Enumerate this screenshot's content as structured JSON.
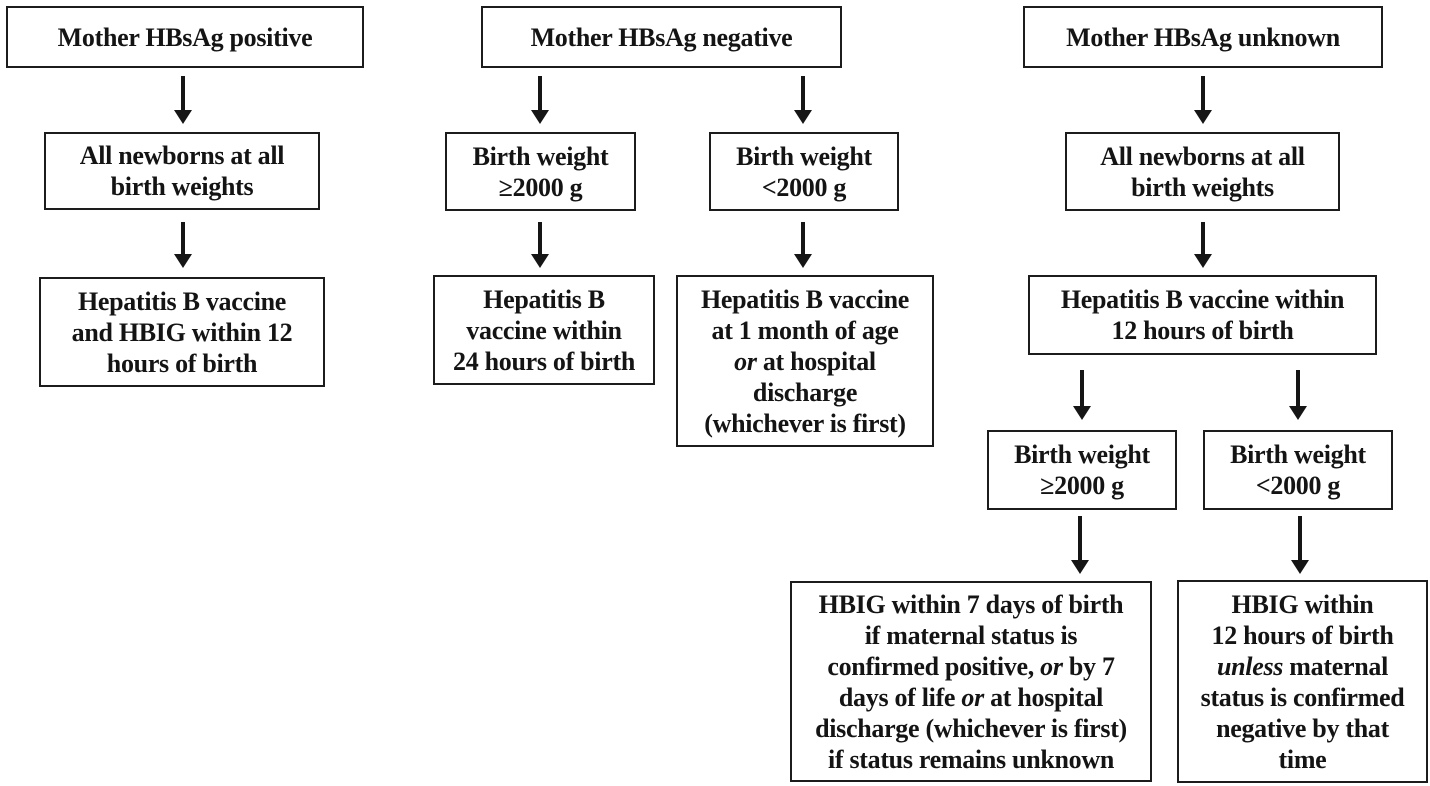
{
  "figure": {
    "background": "#ffffff",
    "ink_color": "#1c1c1c",
    "type": "flowchart",
    "topic": "Hepatitis B vaccination of newborns by maternal HBsAg status and birth weight"
  },
  "columns": [
    {
      "id": "mother-positive",
      "header": {
        "lines": [
          [
            "Mother HBsAg positive"
          ]
        ]
      },
      "newborns": {
        "lines": [
          [
            "All newborns at all"
          ],
          [
            "birth weights"
          ]
        ]
      },
      "action": {
        "lines": [
          [
            "Hepatitis B vaccine"
          ],
          [
            "and HBIG within 12"
          ],
          [
            "hours of birth"
          ]
        ]
      }
    },
    {
      "id": "mother-negative",
      "header": {
        "lines": [
          [
            "Mother HBsAg negative"
          ]
        ]
      },
      "bw_high": {
        "lines": [
          [
            "Birth weight"
          ],
          [
            "≥2000 g"
          ]
        ]
      },
      "bw_low": {
        "lines": [
          [
            "Birth weight"
          ],
          [
            "<2000 g"
          ]
        ]
      },
      "action_high": {
        "lines": [
          [
            "Hepatitis B"
          ],
          [
            "vaccine within"
          ],
          [
            "24 hours of birth"
          ]
        ]
      },
      "action_low": {
        "lines": [
          [
            "Hepatitis B vaccine"
          ],
          [
            "at 1 month of age"
          ],
          [
            "or",
            " at hospital"
          ],
          [
            "discharge"
          ],
          [
            "(whichever is first)"
          ]
        ]
      }
    },
    {
      "id": "mother-unknown",
      "header": {
        "lines": [
          [
            "Mother HBsAg unknown"
          ]
        ]
      },
      "newborns": {
        "lines": [
          [
            "All newborns at all"
          ],
          [
            "birth weights"
          ]
        ]
      },
      "vaccine": {
        "lines": [
          [
            "Hepatitis B vaccine within"
          ],
          [
            "12 hours of birth"
          ]
        ]
      },
      "bw_high": {
        "lines": [
          [
            "Birth weight"
          ],
          [
            "≥2000 g"
          ]
        ]
      },
      "bw_low": {
        "lines": [
          [
            "Birth weight"
          ],
          [
            "<2000 g"
          ]
        ]
      },
      "action_high": {
        "lines": [
          [
            "HBIG within 7 days of birth"
          ],
          [
            "if maternal status is"
          ],
          [
            "confirmed positive, ",
            "or",
            " by 7"
          ],
          [
            "days of life ",
            "or",
            " at hospital"
          ],
          [
            "discharge (whichever is first)"
          ],
          [
            "if status remains unknown"
          ]
        ]
      },
      "action_low": {
        "lines": [
          [
            "HBIG within"
          ],
          [
            "12 hours of birth"
          ],
          [
            "unless",
            " maternal"
          ],
          [
            "status is confirmed"
          ],
          [
            "negative by that"
          ],
          [
            "time"
          ]
        ]
      }
    }
  ]
}
